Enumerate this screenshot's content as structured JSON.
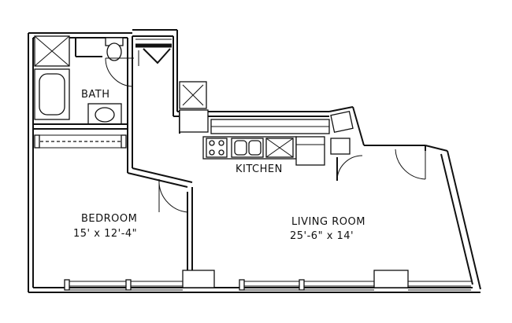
{
  "rooms": {
    "bath": {
      "name": "BATH"
    },
    "kitchen": {
      "name": "KITCHEN"
    },
    "bedroom": {
      "name": "BEDROOM",
      "size": "15' x 12'-4\""
    },
    "living": {
      "name": "LIVING ROOM",
      "size": "25'-6\" x 14'"
    }
  },
  "colors": {
    "line": "#111111",
    "background": "#ffffff"
  }
}
